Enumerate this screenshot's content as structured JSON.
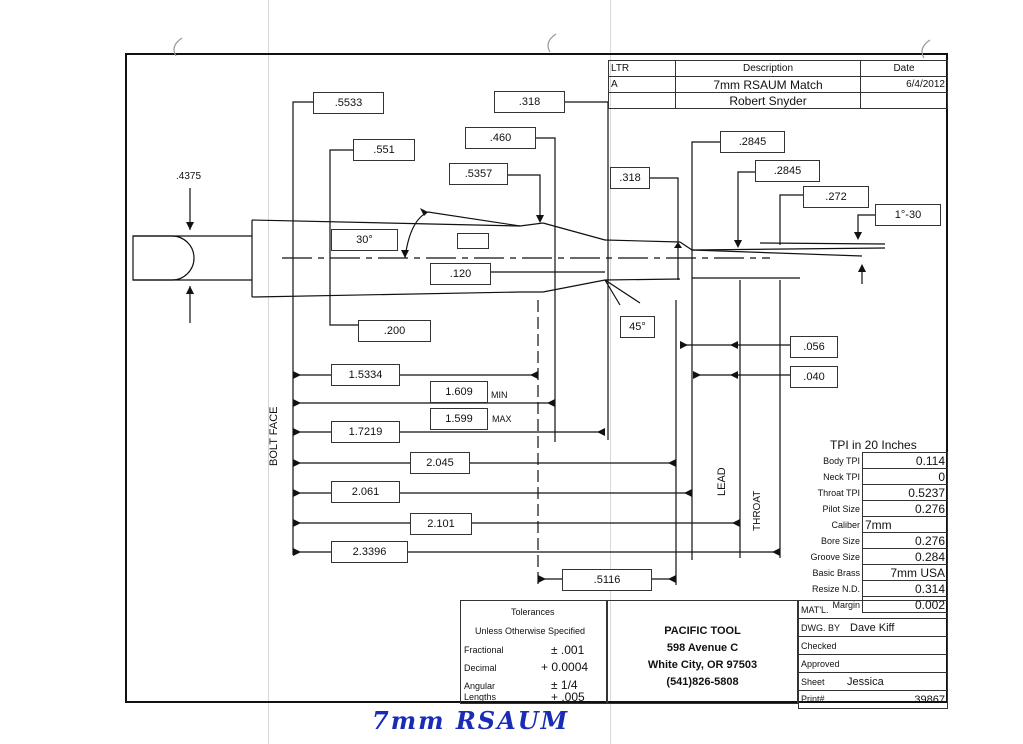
{
  "revision": {
    "ltr_header": "LTR",
    "desc_header": "Description",
    "date_header": "Date",
    "ltr": "A",
    "description": "7mm RSAUM Match",
    "date": "6/4/2012",
    "author": "Robert Snyder"
  },
  "dims": {
    "d4375": ".4375",
    "d5533": ".5533",
    "d551": ".551",
    "d318a": ".318",
    "d460": ".460",
    "d5357": ".5357",
    "d318b": ".318",
    "d2845a": ".2845",
    "d2845b": ".2845",
    "d272": ".272",
    "angle1": "1°-30",
    "angle30": "30°",
    "d120": ".120",
    "angle45": "45°",
    "d200": ".200",
    "d056": ".056",
    "d040": ".040",
    "d15334": "1.5334",
    "d1609": "1.609",
    "min": "MIN",
    "d1599": "1.599",
    "max": "MAX",
    "d17219": "1.7219",
    "d2045": "2.045",
    "d2061": "2.061",
    "d2101": "2.101",
    "d23396": "2.3396",
    "d5116": ".5116",
    "bolt_face": "BOLT FACE",
    "lead": "LEAD",
    "throat": "THROAT"
  },
  "tpi": {
    "title": "TPI in 20 Inches",
    "rows": [
      {
        "label": "Body TPI",
        "value": "0.114"
      },
      {
        "label": "Neck TPI",
        "value": "0"
      },
      {
        "label": "Throat TPI",
        "value": "0.5237"
      },
      {
        "label": "Pilot Size",
        "value": "0.276"
      },
      {
        "label": "Caliber",
        "value": "7mm"
      },
      {
        "label": "Bore Size",
        "value": "0.276"
      },
      {
        "label": "Groove Size",
        "value": "0.284"
      },
      {
        "label": "Basic Brass",
        "value": "7mm USA"
      },
      {
        "label": "Resize N.D.",
        "value": "0.314"
      },
      {
        "label": "Margin",
        "value": "0.002"
      }
    ]
  },
  "tolerances": {
    "title": "Tolerances",
    "subtitle": "Unless Otherwise Specified",
    "fractional_label": "Fractional",
    "fractional_value": "± .001",
    "decimal_label": "Decimal",
    "decimal_value": "+ 0.0004",
    "angular_label": "Angular",
    "angular_value": "± 1/4",
    "lengths_label": "Lengths",
    "lengths_value": "+ .005"
  },
  "company": {
    "name": "PACIFIC TOOL",
    "street": "598 Avenue C",
    "city": "White City, OR 97503",
    "phone": "(541)826-5808"
  },
  "meta": {
    "mat_label": "MAT'L.",
    "dwg_by_label": "DWG. BY",
    "dwg_by_value": "Dave Kiff",
    "checked_label": "Checked",
    "approved_label": "Approved",
    "sheet_label": "Sheet",
    "sheet_value": "Jessica",
    "print_label": "Print#",
    "print_value": "39867"
  },
  "handwriting": "7mm RSAUM"
}
